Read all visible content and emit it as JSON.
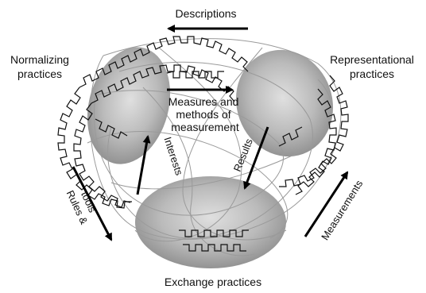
{
  "nodes": {
    "normalizing": "Normalizing practices",
    "representational": "Representational practices",
    "exchange": "Exchange practices"
  },
  "arrows": {
    "descriptions": "Descriptions",
    "measures_line1": "Measures and",
    "measures_line2": "methods of",
    "measures_line3": "measurement",
    "interests": "Interests",
    "results": "Results",
    "rules_line1": "Rules &",
    "rules_line2": "tools",
    "measurements": "Measurements"
  },
  "colors": {
    "blob": "#8e8e8e",
    "tangle": "#9a9a9a",
    "zigzag": "#111111",
    "arrow": "#000000"
  }
}
